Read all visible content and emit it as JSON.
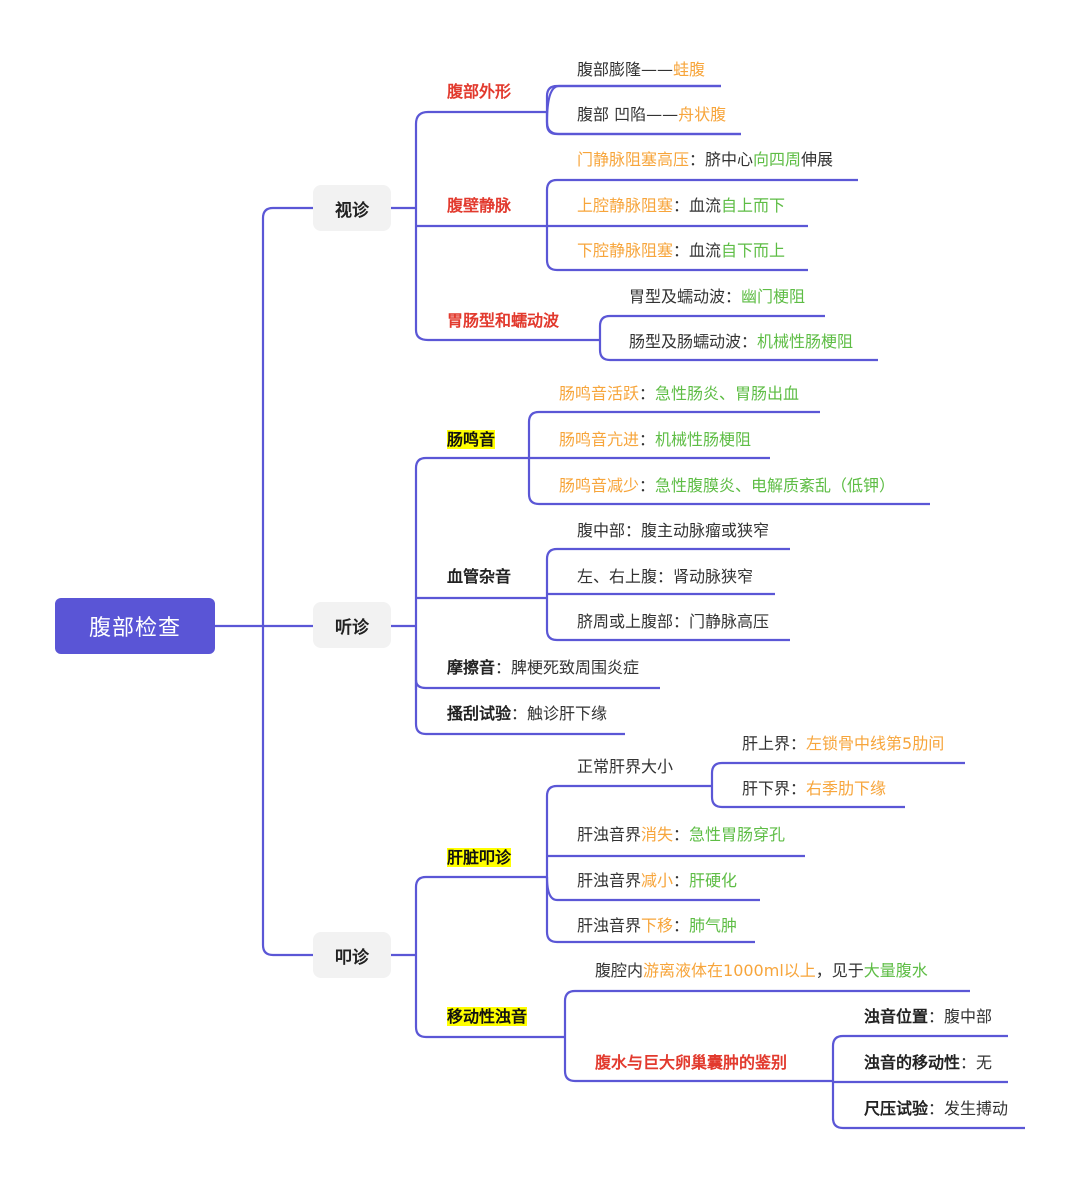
{
  "colors": {
    "line": "#5b57d6",
    "root_bg": "#5a55d6",
    "level1_bg": "#f2f2f2",
    "red": "#e23a2e",
    "orange": "#f7a53b",
    "green": "#5ebd45",
    "highlight": "#ffff00",
    "dark": "#333333"
  },
  "root": {
    "label": "腹部检查"
  },
  "level1": {
    "inspection": {
      "label": "视诊"
    },
    "auscultation": {
      "label": "听诊"
    },
    "percussion": {
      "label": "叩诊"
    }
  },
  "nodes": {
    "abd_shape": [
      {
        "t": "腹部外形",
        "c": "red"
      }
    ],
    "abd_bulge": [
      {
        "t": "腹部膨隆——",
        "c": "dark"
      },
      {
        "t": "蛙腹",
        "c": "orange"
      }
    ],
    "abd_sunken": [
      {
        "t": "腹部 凹陷——",
        "c": "dark"
      },
      {
        "t": "舟状腹",
        "c": "orange"
      }
    ],
    "abd_vein": [
      {
        "t": "腹壁静脉",
        "c": "red"
      }
    ],
    "portal": [
      {
        "t": "门静脉阻塞高压",
        "c": "orange"
      },
      {
        "t": "：脐中心",
        "c": "dark"
      },
      {
        "t": "向四周",
        "c": "green"
      },
      {
        "t": "伸展",
        "c": "dark"
      }
    ],
    "svc": [
      {
        "t": "上腔静脉阻塞",
        "c": "orange"
      },
      {
        "t": "：血流",
        "c": "dark"
      },
      {
        "t": "自上而下",
        "c": "green"
      }
    ],
    "ivc": [
      {
        "t": "下腔静脉阻塞",
        "c": "orange"
      },
      {
        "t": "：血流",
        "c": "dark"
      },
      {
        "t": "自下而上",
        "c": "green"
      }
    ],
    "peristalsis": [
      {
        "t": "胃肠型和蠕动波",
        "c": "red"
      }
    ],
    "gastric": [
      {
        "t": "胃型及蠕动波：",
        "c": "dark"
      },
      {
        "t": "幽门梗阻",
        "c": "green"
      }
    ],
    "intestinal": [
      {
        "t": "肠型及肠蠕动波：",
        "c": "dark"
      },
      {
        "t": "机械性肠梗阻",
        "c": "green"
      }
    ],
    "bowel_sound": [
      {
        "t": "肠鸣音",
        "c": "hl"
      }
    ],
    "bs_active": [
      {
        "t": "肠鸣音活跃",
        "c": "orange"
      },
      {
        "t": "：",
        "c": "dark"
      },
      {
        "t": "急性肠炎、胃肠出血",
        "c": "green"
      }
    ],
    "bs_hyper": [
      {
        "t": "肠鸣音亢进",
        "c": "orange"
      },
      {
        "t": "：",
        "c": "dark"
      },
      {
        "t": "机械性肠梗阻",
        "c": "green"
      }
    ],
    "bs_reduced": [
      {
        "t": "肠鸣音减少",
        "c": "orange"
      },
      {
        "t": "：",
        "c": "dark"
      },
      {
        "t": "急性腹膜炎、电解质紊乱（低钾）",
        "c": "green"
      }
    ],
    "bruit": [
      {
        "t": "血管杂音",
        "c": "black-bold"
      }
    ],
    "bruit_mid": [
      {
        "t": "腹中部：腹主动脉瘤或狭窄",
        "c": "dark"
      }
    ],
    "bruit_upper": [
      {
        "t": "左、右上腹：肾动脉狭窄",
        "c": "dark"
      }
    ],
    "bruit_umb": [
      {
        "t": "脐周或上腹部：门静脉高压",
        "c": "dark"
      }
    ],
    "friction": [
      {
        "t": "摩擦音",
        "c": "black-bold"
      },
      {
        "t": "：脾梗死致周围炎症",
        "c": "dark"
      }
    ],
    "scratch": [
      {
        "t": "搔刮试验",
        "c": "black-bold"
      },
      {
        "t": "：触诊肝下缘",
        "c": "dark"
      }
    ],
    "liver_perc": [
      {
        "t": "肝脏叩诊",
        "c": "hl"
      }
    ],
    "liver_normal": [
      {
        "t": "正常肝界大小",
        "c": "dark"
      }
    ],
    "liver_upper": [
      {
        "t": "肝上界：",
        "c": "dark"
      },
      {
        "t": "左锁骨中线第5肋间",
        "c": "orange"
      }
    ],
    "liver_lower": [
      {
        "t": "肝下界：",
        "c": "dark"
      },
      {
        "t": "右季肋下缘",
        "c": "orange"
      }
    ],
    "dull_gone": [
      {
        "t": "肝浊音界",
        "c": "dark"
      },
      {
        "t": "消失",
        "c": "orange"
      },
      {
        "t": "：",
        "c": "dark"
      },
      {
        "t": "急性胃肠穿孔",
        "c": "green"
      }
    ],
    "dull_small": [
      {
        "t": "肝浊音界",
        "c": "dark"
      },
      {
        "t": "减小",
        "c": "orange"
      },
      {
        "t": "：",
        "c": "dark"
      },
      {
        "t": "肝硬化",
        "c": "green"
      }
    ],
    "dull_down": [
      {
        "t": "肝浊音界",
        "c": "dark"
      },
      {
        "t": "下移",
        "c": "orange"
      },
      {
        "t": "：",
        "c": "dark"
      },
      {
        "t": "肺气肿",
        "c": "green"
      }
    ],
    "shifting": [
      {
        "t": "移动性浊音",
        "c": "hl"
      }
    ],
    "ascites": [
      {
        "t": "腹腔内",
        "c": "dark"
      },
      {
        "t": "游离液体在1000ml以上",
        "c": "orange"
      },
      {
        "t": "，见于",
        "c": "dark"
      },
      {
        "t": "大量腹水",
        "c": "green"
      }
    ],
    "ovarian": [
      {
        "t": "腹水与巨大卵巢囊肿的鉴别",
        "c": "red"
      }
    ],
    "dull_pos": [
      {
        "t": "浊音位置",
        "c": "black-bold"
      },
      {
        "t": "：腹中部",
        "c": "dark"
      }
    ],
    "dull_move": [
      {
        "t": "浊音的移动性",
        "c": "black-bold"
      },
      {
        "t": "：无",
        "c": "dark"
      }
    ],
    "ruler": [
      {
        "t": "尺压试验",
        "c": "black-bold"
      },
      {
        "t": "：发生搏动",
        "c": "dark"
      }
    ]
  }
}
